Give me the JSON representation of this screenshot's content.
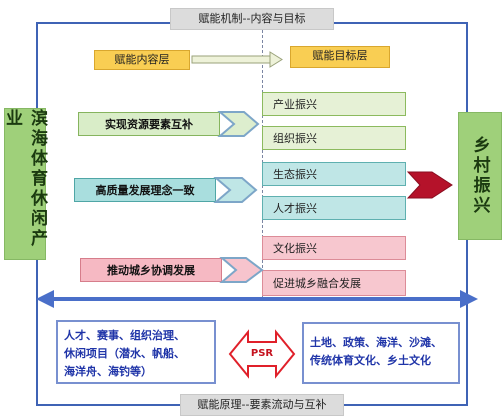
{
  "top_caption": "赋能机制--内容与目标",
  "bottom_caption": "赋能原理--要素流动与互补",
  "left_side_label": "滨海体育休闲产业",
  "right_side_label": "乡村振兴",
  "content_layer": "赋能内容层",
  "target_layer": "赋能目标层",
  "mechanisms": [
    {
      "label": "实现资源要素互补",
      "targets": [
        "产业振兴",
        "组织振兴"
      ]
    },
    {
      "label": "高质量发展理念一致",
      "targets": [
        "生态振兴",
        "人才振兴"
      ]
    },
    {
      "label": "推动城乡协调发展",
      "targets": [
        "文化振兴",
        "促进城乡融合发展"
      ]
    }
  ],
  "left_elements": [
    "人才、赛事、组织治理、",
    "休闲项目（潜水、帆船、",
    "海洋舟、海钓等）"
  ],
  "right_elements": [
    "土地、政策、海洋、沙滩、",
    "传统体育文化、乡土文化"
  ],
  "center_label": "PSR",
  "colors": {
    "frame": "#3f63b5",
    "green": "#9fd07a",
    "gold": "#f9ce53",
    "teal": "#a9dede",
    "pink": "#f6b9c3",
    "dark_red": "#b5122a",
    "arrow_blue": "#4a6fc9"
  }
}
